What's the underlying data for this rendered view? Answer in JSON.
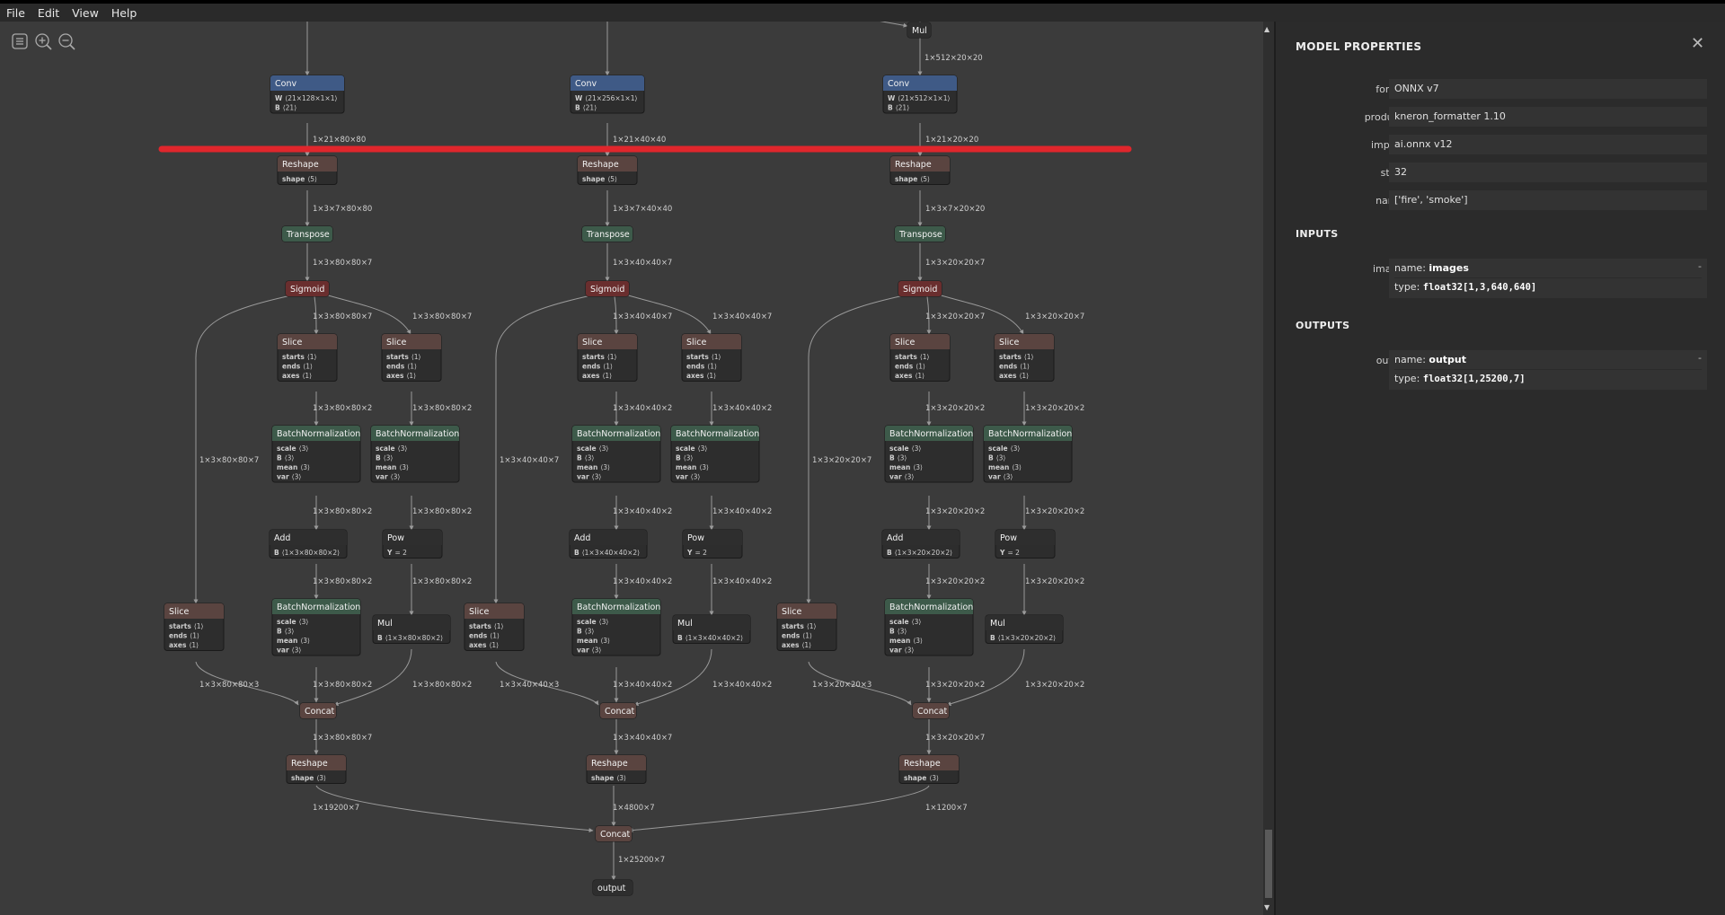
{
  "menu": [
    "File",
    "Edit",
    "View",
    "Help"
  ],
  "toolbar": {
    "icons": [
      "sidebar-toggle-icon",
      "zoom-in-icon",
      "zoom-out-icon"
    ]
  },
  "sidebar": {
    "title": "MODEL PROPERTIES",
    "close_icon": "✕",
    "properties": [
      {
        "label": "format",
        "value": "ONNX v7"
      },
      {
        "label": "producer",
        "value": "kneron_formatter 1.10"
      },
      {
        "label": "imports",
        "value": "ai.onnx v12"
      },
      {
        "label": "stride",
        "value": "32"
      },
      {
        "label": "names",
        "value": "['fire', 'smoke']"
      }
    ],
    "inputs_title": "INPUTS",
    "inputs": [
      {
        "label": "images",
        "name_prefix": "name: ",
        "name": "images",
        "type_prefix": "type: ",
        "type": "float32[1,3,640,640]",
        "expand": "-"
      }
    ],
    "outputs_title": "OUTPUTS",
    "outputs": [
      {
        "label": "output",
        "name_prefix": "name: ",
        "name": "output",
        "type_prefix": "type: ",
        "type": "float32[1,25200,7]",
        "expand": "-"
      }
    ]
  },
  "graph": {
    "colors": {
      "conv": "#3f5a86",
      "reshape": "#5a4440",
      "transpose": "#3d5a4a",
      "sigmoid": "#6a2e2e",
      "bn": "#3d5a4a",
      "slice": "#5a4440",
      "concat": "#5a4440",
      "plain": "#2e2e2e",
      "body": "#2d2d2d",
      "edge": "#9a9a9a",
      "marker": "#e0262c"
    },
    "top_mul": {
      "title": "Mul",
      "label": "1×512×20×20"
    },
    "branches": [
      {
        "conv": {
          "title": "Conv",
          "attrs": [
            [
              "W",
              "⟨21×128×1×1⟩"
            ],
            [
              "B",
              "⟨21⟩"
            ]
          ]
        },
        "l_conv": "1×21×80×80",
        "l_reshape": "1×3×7×80×80",
        "l_transpose": "1×3×80×80×7",
        "l_sig1": "1×3×80×80×7",
        "l_sig2": "1×3×80×80×7",
        "l_slice1": "1×3×80×80×2",
        "l_slice2": "1×3×80×80×2",
        "l_bn1": "1×3×80×80×2",
        "l_bn2": "1×3×80×80×2",
        "l_add": "1×3×80×80×2",
        "l_pow": "1×3×80×80×2",
        "l_long": "1×3×80×80×7",
        "l_slice3": "1×3×80×80×3",
        "l_bn3": "1×3×80×80×2",
        "l_mul": "1×3×80×80×2",
        "l_concat": "1×3×80×80×7",
        "l_final": "1×19200×7",
        "add_attr": "⟨1×3×80×80×2⟩",
        "mul_attr": "⟨1×3×80×80×2⟩"
      },
      {
        "conv": {
          "title": "Conv",
          "attrs": [
            [
              "W",
              "⟨21×256×1×1⟩"
            ],
            [
              "B",
              "⟨21⟩"
            ]
          ]
        },
        "l_conv": "1×21×40×40",
        "l_reshape": "1×3×7×40×40",
        "l_transpose": "1×3×40×40×7",
        "l_sig1": "1×3×40×40×7",
        "l_sig2": "1×3×40×40×7",
        "l_slice1": "1×3×40×40×2",
        "l_slice2": "1×3×40×40×2",
        "l_bn1": "1×3×40×40×2",
        "l_bn2": "1×3×40×40×2",
        "l_add": "1×3×40×40×2",
        "l_pow": "1×3×40×40×2",
        "l_long": "1×3×40×40×7",
        "l_slice3": "1×3×40×40×3",
        "l_bn3": "1×3×40×40×2",
        "l_mul": "1×3×40×40×2",
        "l_concat": "1×3×40×40×7",
        "l_final": "1×4800×7",
        "add_attr": "⟨1×3×40×40×2⟩",
        "mul_attr": "⟨1×3×40×40×2⟩"
      },
      {
        "conv": {
          "title": "Conv",
          "attrs": [
            [
              "W",
              "⟨21×512×1×1⟩"
            ],
            [
              "B",
              "⟨21⟩"
            ]
          ]
        },
        "l_conv": "1×21×20×20",
        "l_reshape": "1×3×7×20×20",
        "l_transpose": "1×3×20×20×7",
        "l_sig1": "1×3×20×20×7",
        "l_sig2": "1×3×20×20×7",
        "l_slice1": "1×3×20×20×2",
        "l_slice2": "1×3×20×20×2",
        "l_bn1": "1×3×20×20×2",
        "l_bn2": "1×3×20×20×2",
        "l_add": "1×3×20×20×2",
        "l_pow": "1×3×20×20×2",
        "l_long": "1×3×20×20×7",
        "l_slice3": "1×3×20×20×3",
        "l_bn3": "1×3×20×20×2",
        "l_mul": "1×3×20×20×2",
        "l_concat": "1×3×20×20×7",
        "l_final": "1×1200×7",
        "add_attr": "⟨1×3×20×20×2⟩",
        "mul_attr": "⟨1×3×20×20×2⟩"
      }
    ],
    "common": {
      "reshape": {
        "title": "Reshape",
        "attrs": [
          [
            "shape",
            "⟨5⟩"
          ]
        ]
      },
      "reshape2": {
        "title": "Reshape",
        "attrs": [
          [
            "shape",
            "⟨3⟩"
          ]
        ]
      },
      "transpose": {
        "title": "Transpose"
      },
      "sigmoid": {
        "title": "Sigmoid"
      },
      "slice": {
        "title": "Slice",
        "attrs": [
          [
            "starts",
            "⟨1⟩"
          ],
          [
            "ends",
            "⟨1⟩"
          ],
          [
            "axes",
            "⟨1⟩"
          ]
        ]
      },
      "bn": {
        "title": "BatchNormalization",
        "attrs": [
          [
            "scale",
            "⟨3⟩"
          ],
          [
            "B",
            "⟨3⟩"
          ],
          [
            "mean",
            "⟨3⟩"
          ],
          [
            "var",
            "⟨3⟩"
          ]
        ]
      },
      "add": {
        "title": "Add",
        "attr_key": "B"
      },
      "pow": {
        "title": "Pow",
        "attrs": [
          [
            "Y",
            "= 2"
          ]
        ]
      },
      "mul": {
        "title": "Mul",
        "attr_key": "B"
      },
      "concat": {
        "title": "Concat"
      }
    },
    "final_concat": {
      "title": "Concat",
      "label": "1×25200×7"
    },
    "output": {
      "title": "output"
    }
  }
}
